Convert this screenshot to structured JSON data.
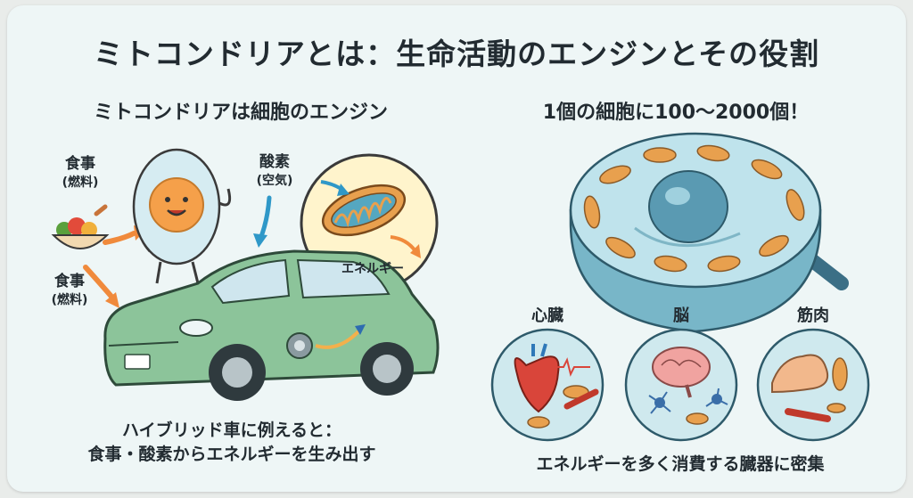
{
  "title": "ミトコンドリアとは：生命活動のエンジンとその役割",
  "left": {
    "heading": "ミトコンドリアは細胞のエンジン",
    "food_top": {
      "main": "食事",
      "sub": "(燃料)"
    },
    "oxygen": {
      "main": "酸素",
      "sub": "(空気)"
    },
    "food_bottom": {
      "main": "食事",
      "sub": "(燃料)"
    },
    "energy_label": "エネルギー",
    "caption_line1": "ハイブリッド車に例えると：",
    "caption_line2": "食事・酸素からエネルギーを生み出す"
  },
  "right": {
    "heading": "1個の細胞に100〜2000個！",
    "organs": [
      {
        "label": "心臓",
        "icon": "heart-icon"
      },
      {
        "label": "脳",
        "icon": "brain-icon"
      },
      {
        "label": "筋肉",
        "icon": "muscle-icon"
      }
    ],
    "caption": "エネルギーを多く消費する臓器に密集"
  },
  "colors": {
    "background": "#eef6f6",
    "mitochondria": "#e8a04e",
    "cell": "#9ed0dc",
    "car": "#7fb48c",
    "arrow": "#f08a3c"
  }
}
